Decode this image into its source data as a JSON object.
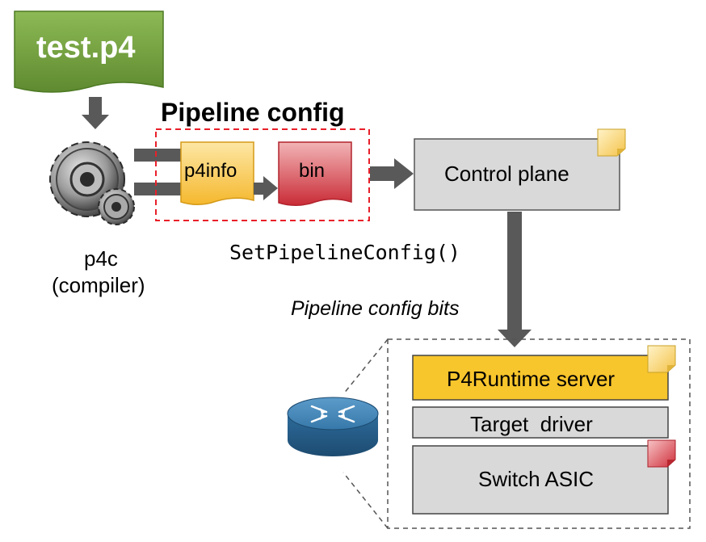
{
  "source_file": {
    "label": "test.p4"
  },
  "compiler": {
    "name": "p4c",
    "description": "(compiler)"
  },
  "pipeline_config": {
    "title": "Pipeline config",
    "p4info_label": "p4info",
    "bin_label": "bin"
  },
  "control_plane": {
    "label": "Control plane"
  },
  "rpc": {
    "call": "SetPipelineConfig()",
    "payload": "Pipeline config bits"
  },
  "switch": {
    "p4runtime_server": "P4Runtime server",
    "target_driver": "Target  driver",
    "switch_asic": "Switch ASIC"
  },
  "colors": {
    "source_green": "#6f9a3c",
    "p4info_yellow": "#f6c23a",
    "bin_red": "#d03a45",
    "server_yellow": "#f7c52c",
    "box_gray": "#d9d9d9",
    "arrow_gray": "#595959",
    "dash_red": "#e8202a",
    "router_blue": "#2f6fa0"
  },
  "icons": {
    "compiler": "gear-icon",
    "switch_device": "router-icon"
  }
}
